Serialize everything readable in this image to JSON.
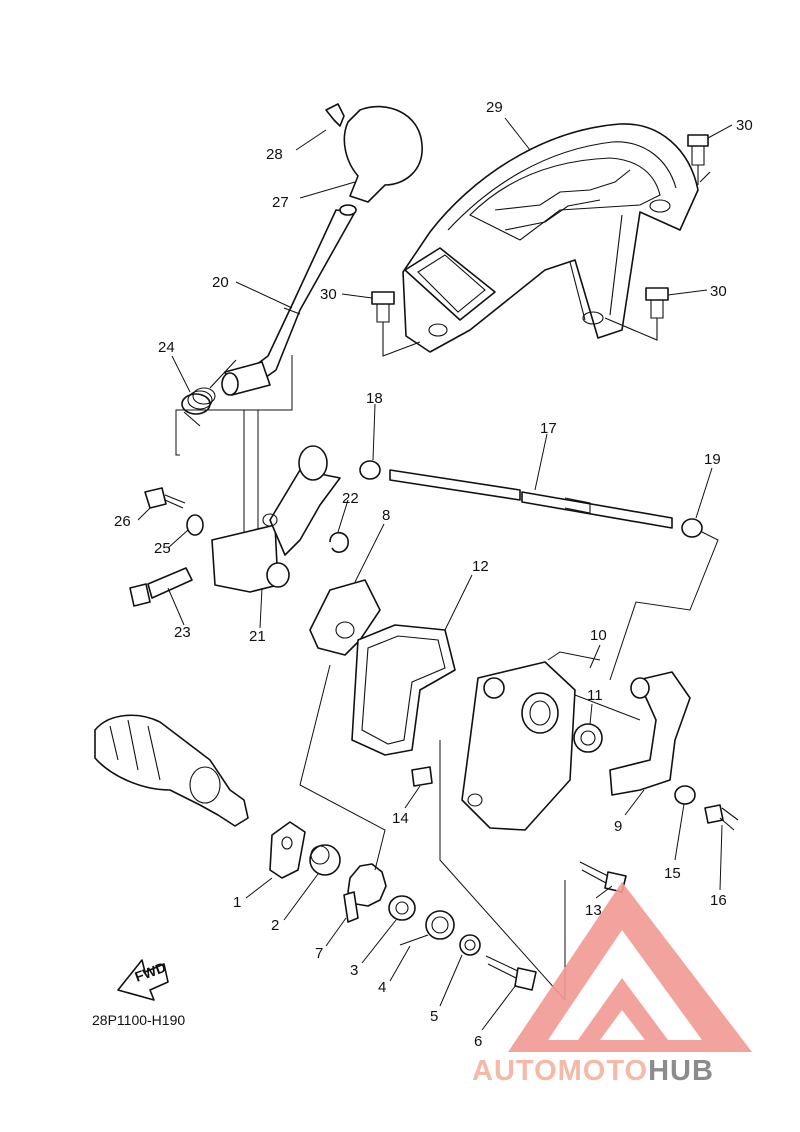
{
  "diagram_code": "28P1100-H190",
  "fwd_label": "FWD",
  "watermark": {
    "text_a": "AUTOMOTO",
    "text_b": "HUB",
    "color_a": "#f6b9a8",
    "color_b": "#8c8c8c",
    "logo_color": "#f29a94"
  },
  "callouts": [
    "1",
    "2",
    "3",
    "4",
    "5",
    "6",
    "7",
    "8",
    "9",
    "10",
    "11",
    "12",
    "13",
    "14",
    "15",
    "16",
    "17",
    "18",
    "19",
    "20",
    "21",
    "22",
    "23",
    "24",
    "25",
    "26",
    "27",
    "28",
    "29",
    "30"
  ]
}
